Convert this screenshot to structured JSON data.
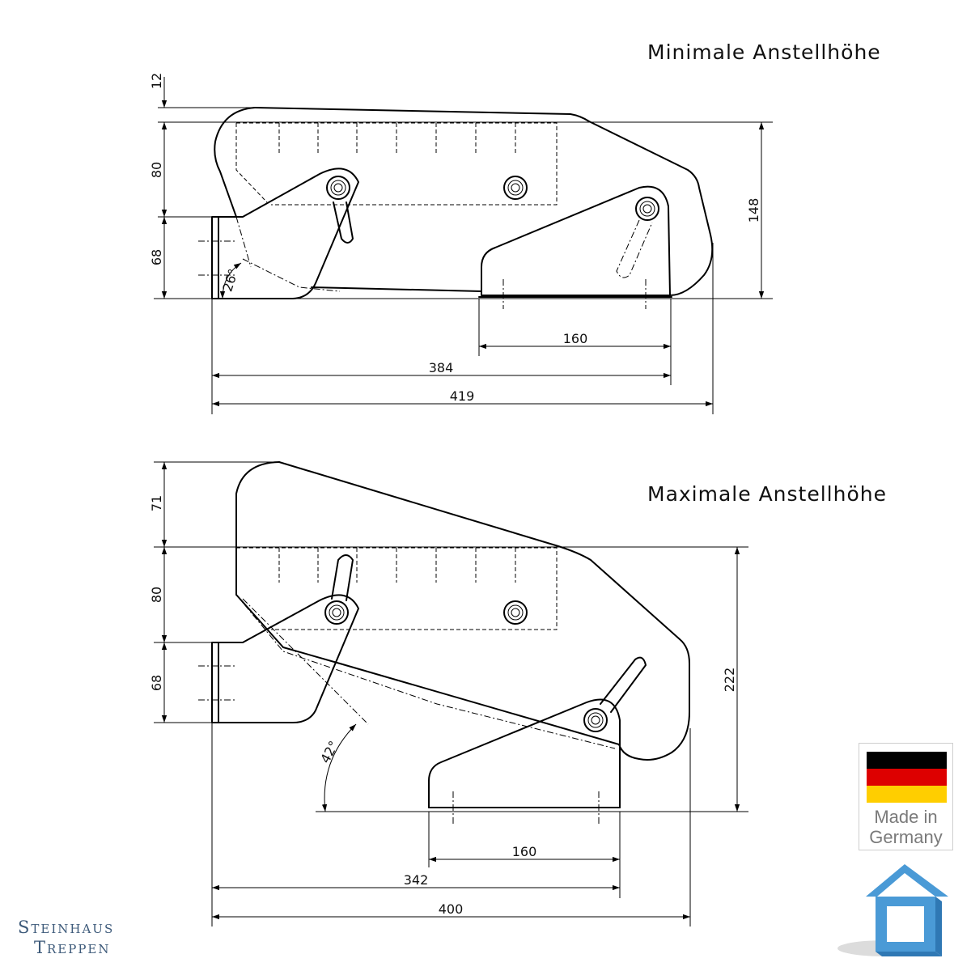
{
  "titles": {
    "min": "Minimale Anstellhöhe",
    "max": "Maximale Anstellhöhe"
  },
  "min_view": {
    "dims": {
      "top_offset": "12",
      "upper_height": "80",
      "lower_height": "68",
      "total_height": "148",
      "angle": "26°",
      "base_width": "160",
      "mid_width": "384",
      "total_width": "419"
    }
  },
  "max_view": {
    "dims": {
      "top_offset": "71",
      "upper_height": "80",
      "lower_height": "68",
      "total_height": "222",
      "angle": "42°",
      "base_width": "160",
      "mid_width": "342",
      "total_width": "400"
    }
  },
  "badge": {
    "line1": "Made in",
    "line2": "Germany",
    "flag_colors": [
      "#000000",
      "#dd0000",
      "#ffce00"
    ]
  },
  "brand": {
    "line1": "Steinhaus",
    "line2": "Treppen",
    "color": "#3d5a7a"
  },
  "logo": {
    "icon": "house-icon",
    "color": "#4a9ad6"
  }
}
